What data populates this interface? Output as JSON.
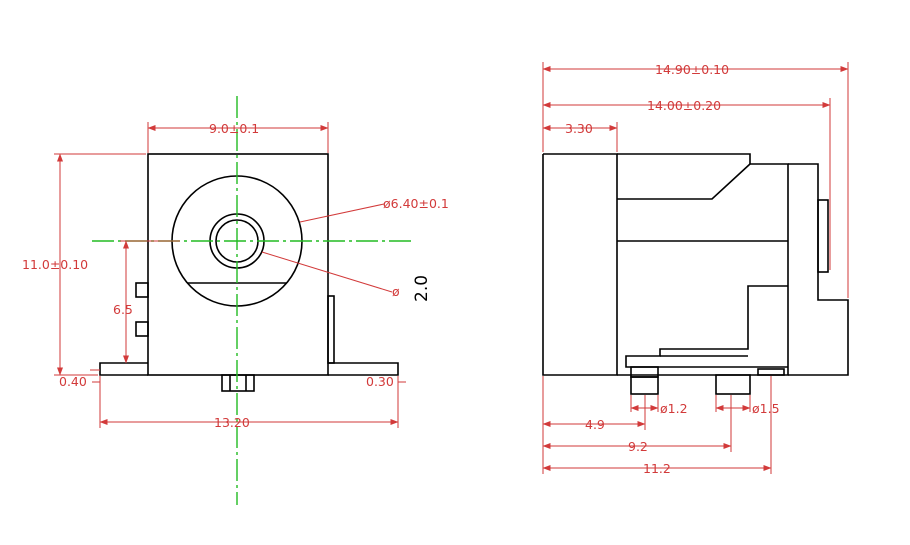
{
  "colors": {
    "outline": "#000000",
    "dimension": "#d23a3a",
    "centerline": "#22bb22",
    "background": "#ffffff"
  },
  "front_view": {
    "width_label": "9.0±0.1",
    "height_label": "11.0±0.10",
    "outer_diameter_label": "ø6.40±0.1",
    "pin_diameter_label": "ø",
    "pin_value_label": "2.0",
    "side_height_label": "6.5",
    "left_offset_label": "0.40",
    "right_offset_label": "0.30",
    "overall_width_label": "13.20"
  },
  "side_view": {
    "overall_length_label": "14.90±0.10",
    "body_length_label": "14.00±0.20",
    "front_step_label": "3.30",
    "pin1_diameter_label": "ø1.2",
    "pin2_diameter_label": "ø1.5",
    "pin1_position_label": "4.9",
    "pin2_position_label": "9.2",
    "rear_pin_position_label": "11.2"
  }
}
